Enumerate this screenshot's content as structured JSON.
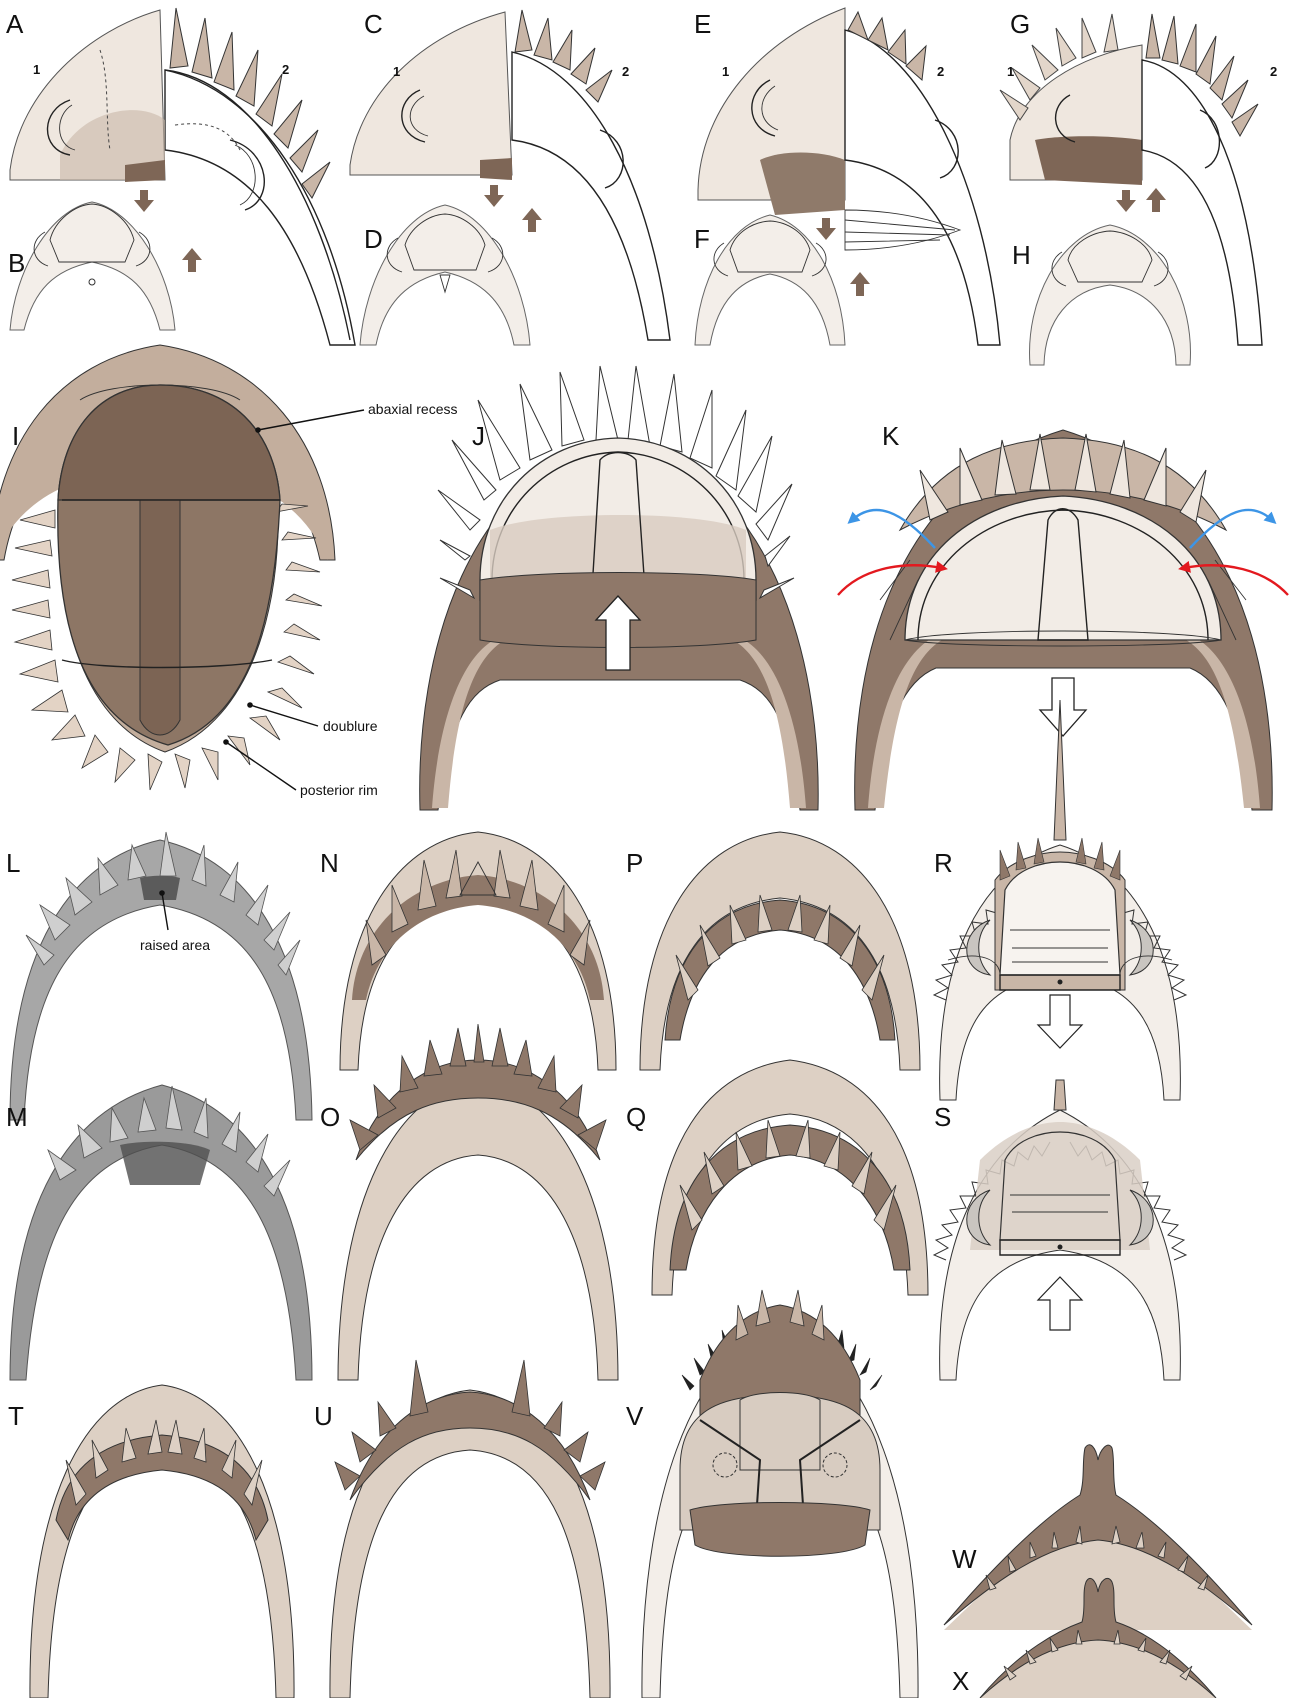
{
  "figure": {
    "panel_labels": [
      "A",
      "B",
      "C",
      "D",
      "E",
      "F",
      "G",
      "H",
      "I",
      "J",
      "K",
      "L",
      "M",
      "N",
      "O",
      "P",
      "Q",
      "R",
      "S",
      "T",
      "U",
      "V",
      "W",
      "X"
    ],
    "sub_labels": [
      "1",
      "2"
    ],
    "annotations": {
      "abaxial_recess": "abaxial recess",
      "doublure": "doublure",
      "posterior_rim": "posterior rim",
      "raised_area": "raised area"
    },
    "colors": {
      "dark_brown": "#8b7565",
      "mid_brown": "#b59f8e",
      "light_tan": "#ddd0c4",
      "pale": "#f1ebe5",
      "spine_fill": "#e8ddd3",
      "blue_arrow": "#3d95e6",
      "red_arrow": "#e3191f",
      "gray_photo": "#9e9e9e"
    }
  }
}
